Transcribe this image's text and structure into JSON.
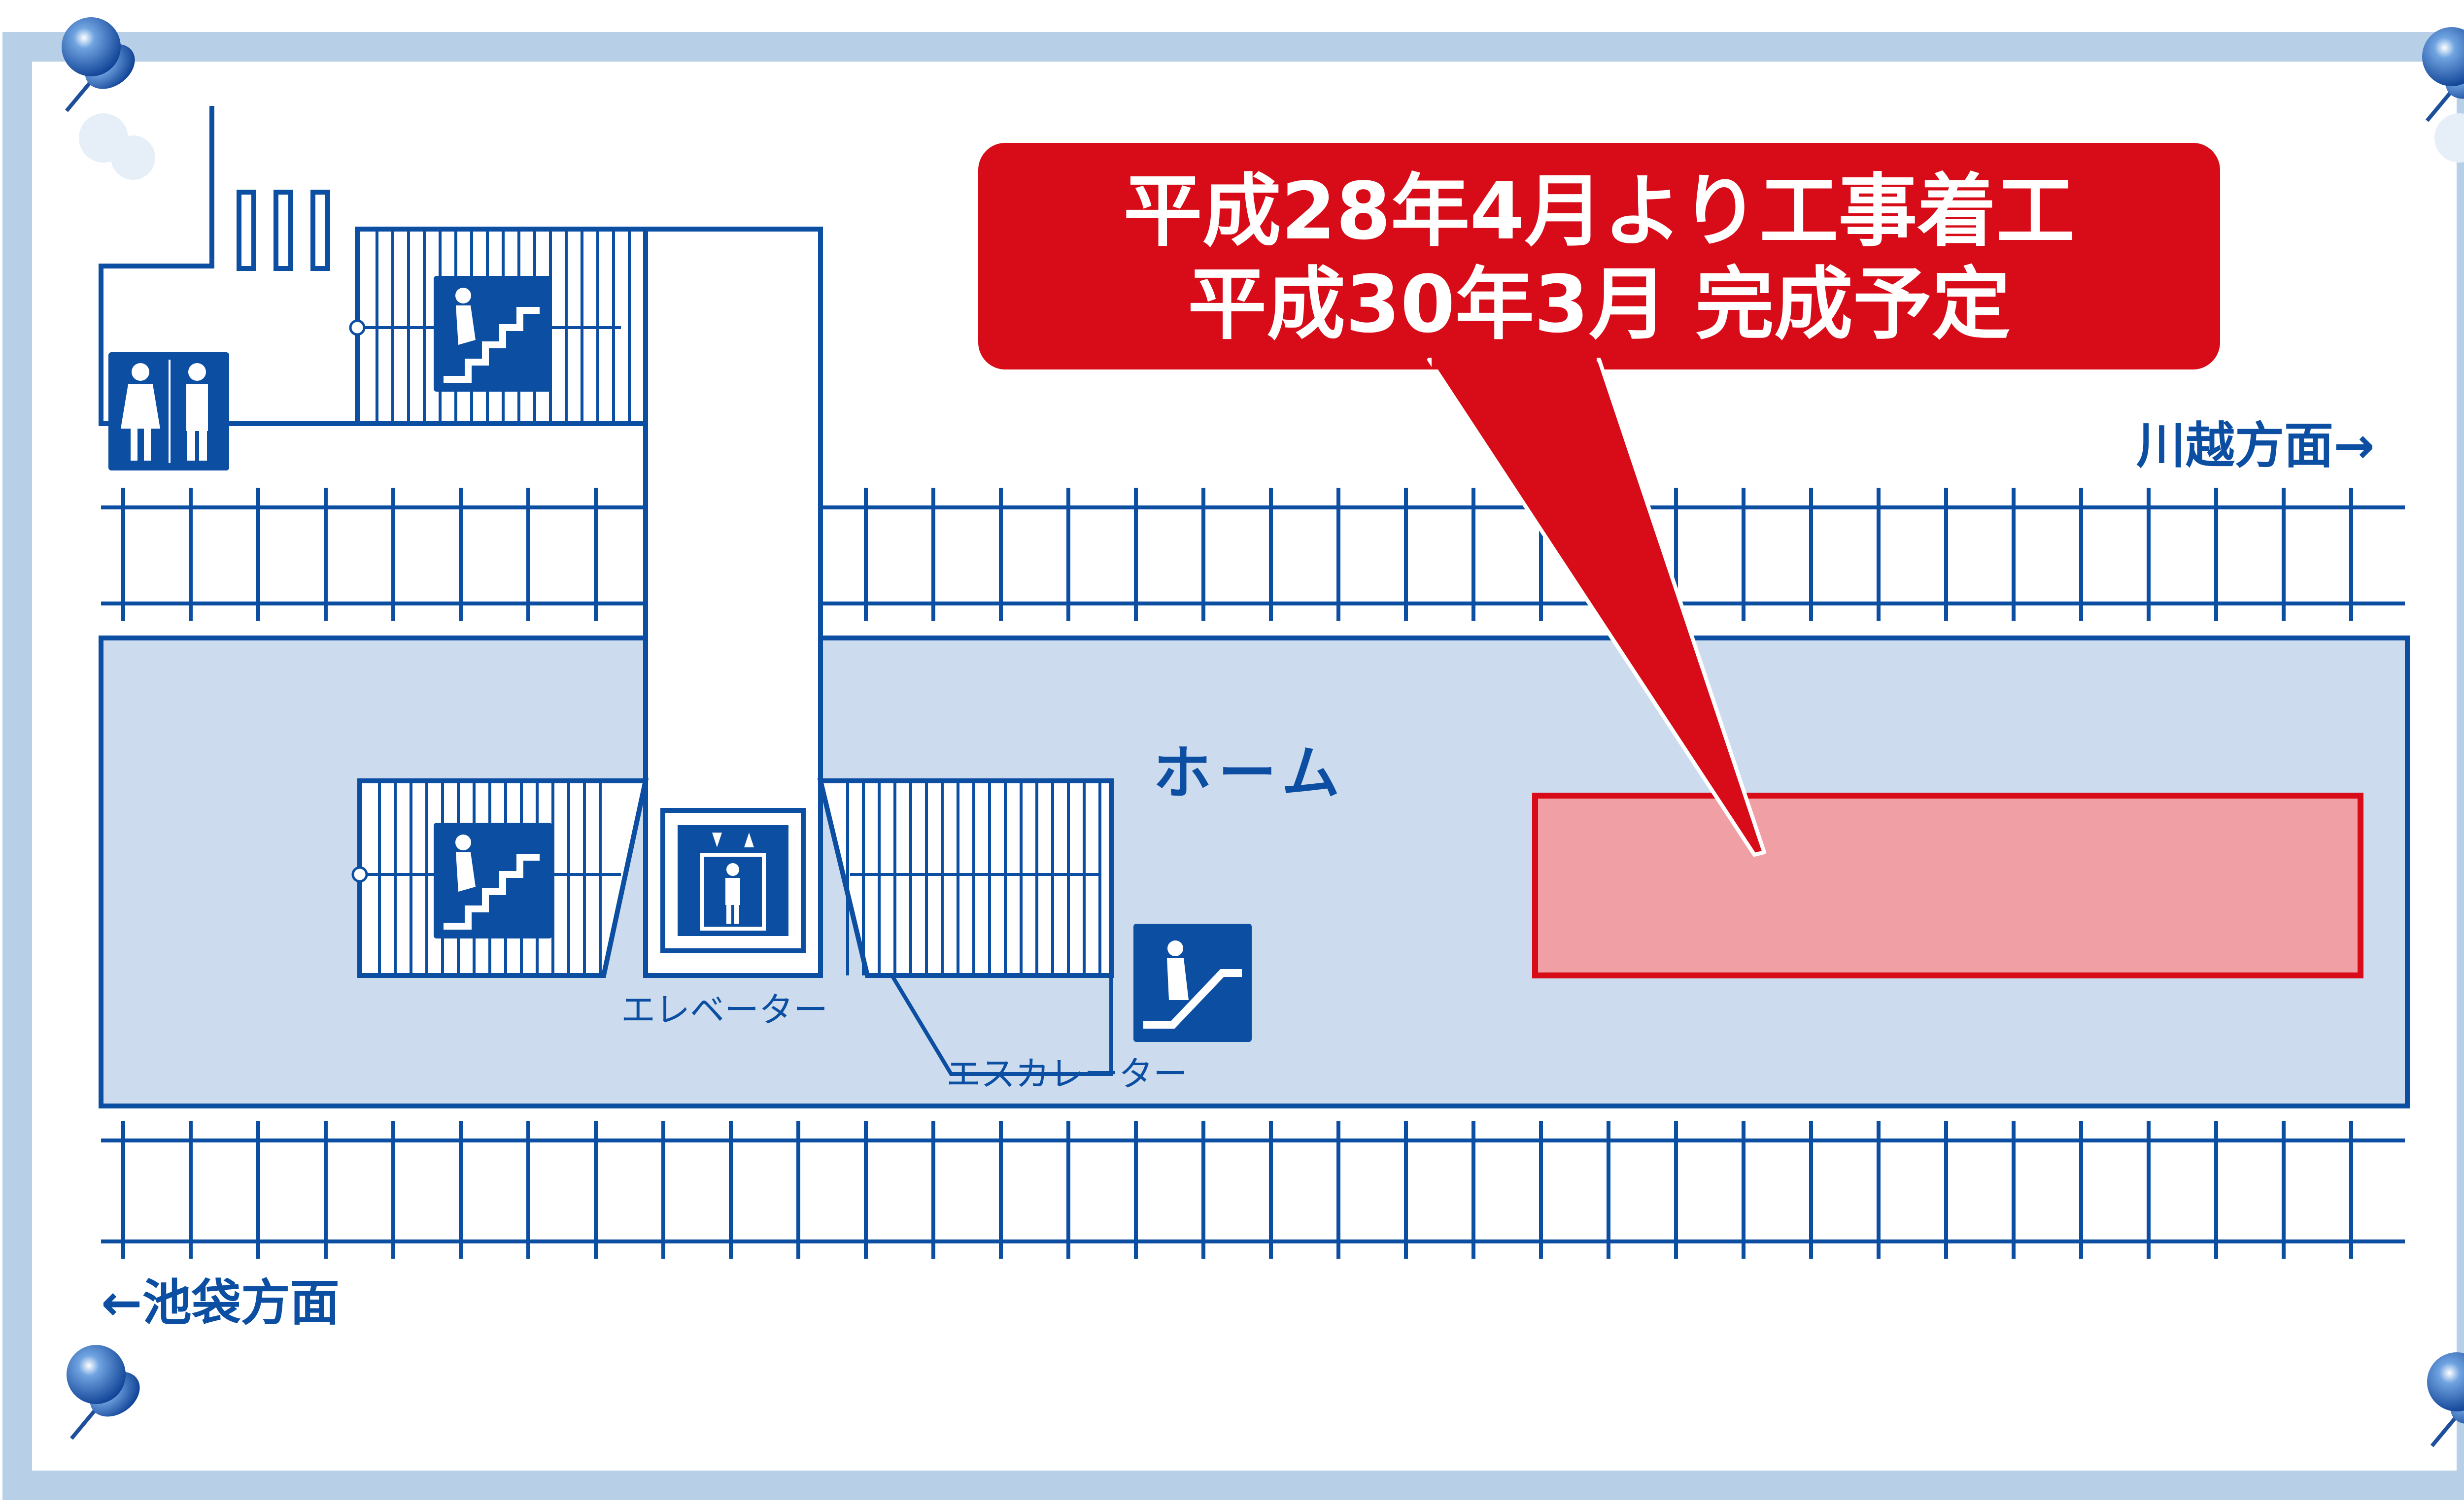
{
  "callout": {
    "line1": "平成28年4月より工事着工",
    "line2": "平成30年3月 完成予定"
  },
  "directions": {
    "kawagoe": "川越方面→",
    "ikebukuro": "←池袋方面"
  },
  "labels": {
    "platform": "ホーム",
    "elevator": "エレベーター",
    "escalator": "エスカレーター"
  },
  "icons": {
    "restroom": "restroom-icon",
    "stairs": "stairs-icon",
    "elevator": "elevator-icon",
    "escalator": "escalator-icon",
    "pushpin": "pushpin-icon"
  },
  "colors": {
    "line_blue": "#0b4ea2",
    "frame_blue": "#b7cfe7",
    "platform_fill": "#ccdcee",
    "callout_red": "#d70c18",
    "construction_fill": "#f0a0a5"
  }
}
